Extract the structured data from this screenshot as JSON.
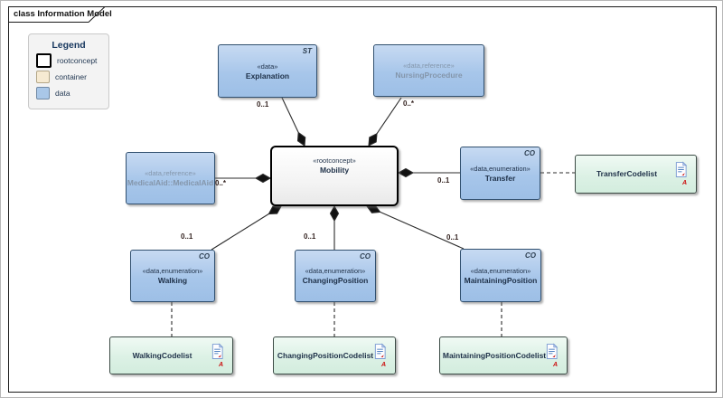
{
  "frame": {
    "tab_title": "class Information Model"
  },
  "legend": {
    "title": "Legend",
    "items": [
      {
        "label": "rootconcept",
        "swatch_color": "#FFFFFF",
        "swatch_border": "#000000"
      },
      {
        "label": "container",
        "swatch_color": "#F6EAD2",
        "swatch_border": "#B3A687"
      },
      {
        "label": "data",
        "swatch_color": "#A9C7E8",
        "swatch_border": "#7089A4"
      }
    ]
  },
  "nodes": {
    "explanation": {
      "stereotype": "«data»",
      "name": "Explanation",
      "corner": "ST"
    },
    "nursing_procedure": {
      "stereotype": "«data,reference»",
      "name": "NursingProcedure"
    },
    "medical_aid": {
      "stereotype": "«data,reference»",
      "name": "MedicalAid::MedicalAid"
    },
    "mobility": {
      "stereotype": "«rootconcept»",
      "name": "Mobility"
    },
    "transfer": {
      "stereotype": "«data,enumeration»",
      "name": "Transfer",
      "corner": "CO"
    },
    "walking": {
      "stereotype": "«data,enumeration»",
      "name": "Walking",
      "corner": "CO"
    },
    "changing_position": {
      "stereotype": "«data,enumeration»",
      "name": "ChangingPosition",
      "corner": "CO"
    },
    "maintaining_position": {
      "stereotype": "«data,enumeration»",
      "name": "MaintainingPosition",
      "corner": "CO"
    },
    "transfer_codelist": {
      "name": "TransferCodelist",
      "badge": "A"
    },
    "walking_codelist": {
      "name": "WalkingCodelist",
      "badge": "A"
    },
    "changing_position_codelist": {
      "name": "ChangingPositionCodelist",
      "badge": "A"
    },
    "maintaining_position_codelist": {
      "name": "MaintainingPositionCodelist",
      "badge": "A"
    }
  },
  "multiplicities": {
    "explanation": "0..1",
    "nursing_procedure": "0..*",
    "medical_aid": "0..*",
    "transfer": "0..1",
    "walking": "0..1",
    "changing_position": "0..1",
    "maintaining_position": "0..1"
  },
  "icons": {
    "codelist_icon": "document-icon"
  },
  "colors": {
    "node_data_blue": "#A7C6EA",
    "node_codelist_green": "#DCF1E5",
    "rootconcept_fill": "#FFFFFF",
    "container_cream": "#F6EAD2",
    "reference_text": "#8496AB",
    "badge_red": "#CC1111",
    "line": "#2B2B2B"
  }
}
